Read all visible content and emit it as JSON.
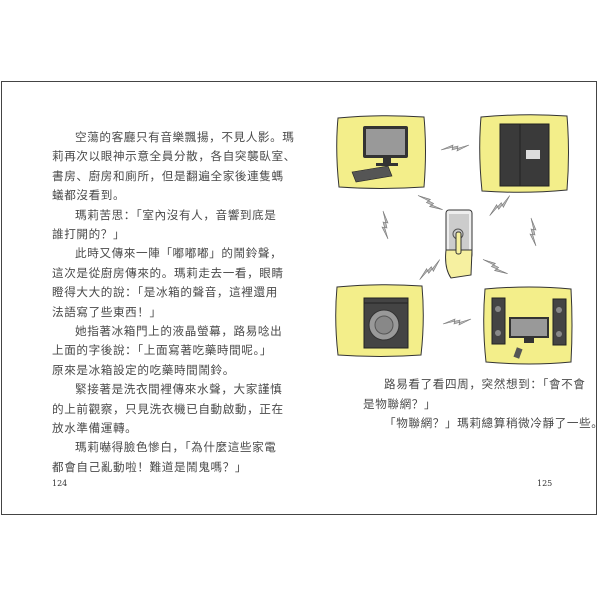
{
  "left_page": {
    "page_number": "124",
    "lines": [
      "空蕩的客廳只有音樂飄揚，不見人影。瑪",
      "莉再次以眼神示意全員分散，各自突襲臥室、",
      "書房、廚房和廁所，但是翻遍全家後連隻螞",
      "蟻都沒看到。",
      "瑪莉苦思：「室內沒有人，音響到底是",
      "誰打開的？」",
      "此時又傳來一陣「嘟嘟嘟」的鬧鈴聲，",
      "這次是從廚房傳來的。瑪莉走去一看，眼睛",
      "瞪得大大的說：「是冰箱的聲音，這裡還用",
      "法語寫了些東西！」",
      "她指著冰箱門上的液晶螢幕，路易唸出",
      "上面的字後說：「上面寫著吃藥時間呢。」",
      "原來是冰箱設定的吃藥時間鬧鈴。",
      "緊接著是洗衣間裡傳來水聲，大家謹慎",
      "的上前觀察，只見洗衣機已自動啟動，正在",
      "放水準備運轉。",
      "瑪莉嚇得臉色慘白，「為什麼這些家電",
      "都會自己亂動啦！難道是鬧鬼嗎？」"
    ]
  },
  "right_page": {
    "page_number": "125",
    "lines": [
      "路易看了看四周，突然想到：「會不會",
      "是物聯網？」",
      "「物聯網？」瑪莉總算稍微冷靜了一些。"
    ]
  },
  "illustration": {
    "panel_color": "#f3ee8a",
    "devices": [
      "computer-icon",
      "refrigerator-icon",
      "smartphone-hand-icon",
      "washing-machine-icon",
      "tv-speakers-icon"
    ]
  }
}
